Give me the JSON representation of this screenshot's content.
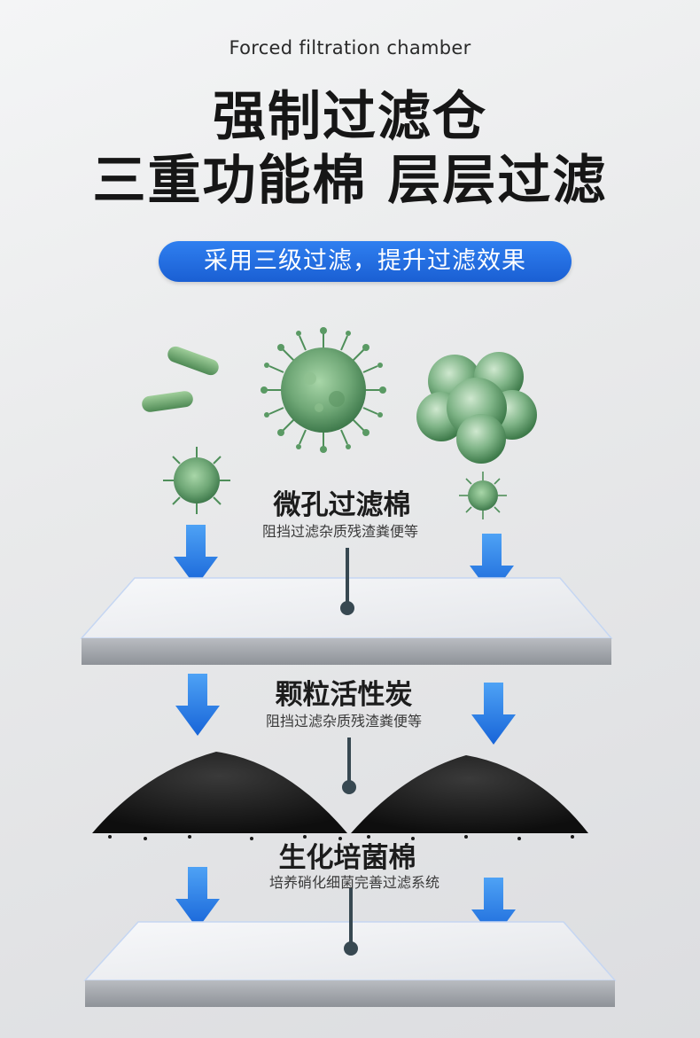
{
  "header": {
    "subtitle_en": "Forced filtration chamber",
    "headline_line1": "强制过滤仓",
    "headline_line2": "三重功能棉 层层过滤",
    "pill_text": "采用三级过滤，提升过滤效果"
  },
  "layers": [
    {
      "title": "微孔过滤棉",
      "desc": "阻挡过滤杂质残渣粪便等"
    },
    {
      "title": "颗粒活性炭",
      "desc": "阻挡过滤杂质残渣粪便等"
    },
    {
      "title": "生化培菌棉",
      "desc": "培养硝化细菌完善过滤系统"
    }
  ],
  "colors": {
    "accent_blue": "#1f6ae0",
    "arrow_blue": "#1e7fe8",
    "microbe_green": "#6fa776",
    "stem_dark": "#374851"
  }
}
